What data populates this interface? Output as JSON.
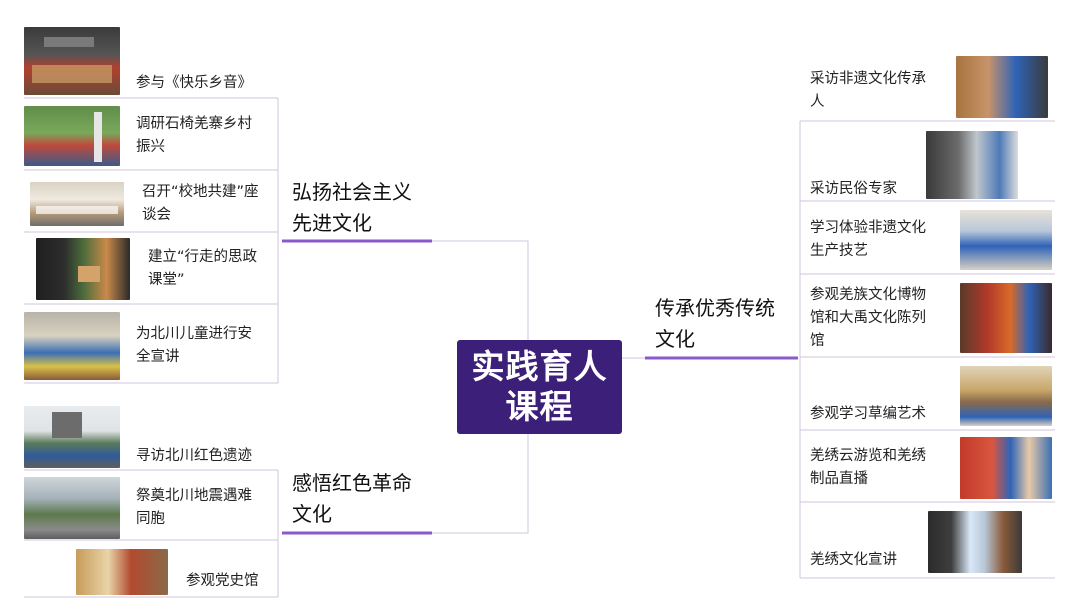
{
  "center": {
    "text": "实践育人\n课程",
    "color": "#3c1f79"
  },
  "accent": "#8b59c9",
  "branches": {
    "socialism": {
      "label": "弘扬社会主义\n先进文化",
      "items": [
        {
          "text": "参与《快乐乡音》",
          "icon": "stage-photo"
        },
        {
          "text": "调研石椅羌寨乡村\n振兴",
          "icon": "village-photo"
        },
        {
          "text": "召开“校地共建”座\n谈会",
          "icon": "meeting-photo"
        },
        {
          "text": "建立“行走的思政\n课堂”",
          "icon": "ceremony-photo"
        },
        {
          "text": "为北川儿童进行安\n全宣讲",
          "icon": "classroom-photo"
        }
      ]
    },
    "red": {
      "label": "感悟红色革命\n文化",
      "items": [
        {
          "text": "寻访北川红色遗迹",
          "icon": "monument-photo"
        },
        {
          "text": "祭奠北川地震遇难\n同胞",
          "icon": "memorial-photo"
        },
        {
          "text": "参观党史馆",
          "icon": "museum-photo"
        }
      ]
    },
    "heritage": {
      "label": "传承优秀传统\n文化",
      "items": [
        {
          "text": "采访非遗文化传承\n人",
          "icon": "interview-photo"
        },
        {
          "text": "采访民俗专家",
          "icon": "expert-photo"
        },
        {
          "text": "学习体验非遗文化\n生产技艺",
          "icon": "workshop-photo"
        },
        {
          "text": "参观羌族文化博物\n馆和大禹文化陈列\n馆",
          "icon": "exhibit-photo"
        },
        {
          "text": "参观学习草编艺术",
          "icon": "weaving-photo"
        },
        {
          "text": "羌绣云游览和羌绣\n制品直播",
          "icon": "embroidery-photo"
        },
        {
          "text": "羌绣文化宣讲",
          "icon": "lecture-photo"
        }
      ]
    }
  }
}
